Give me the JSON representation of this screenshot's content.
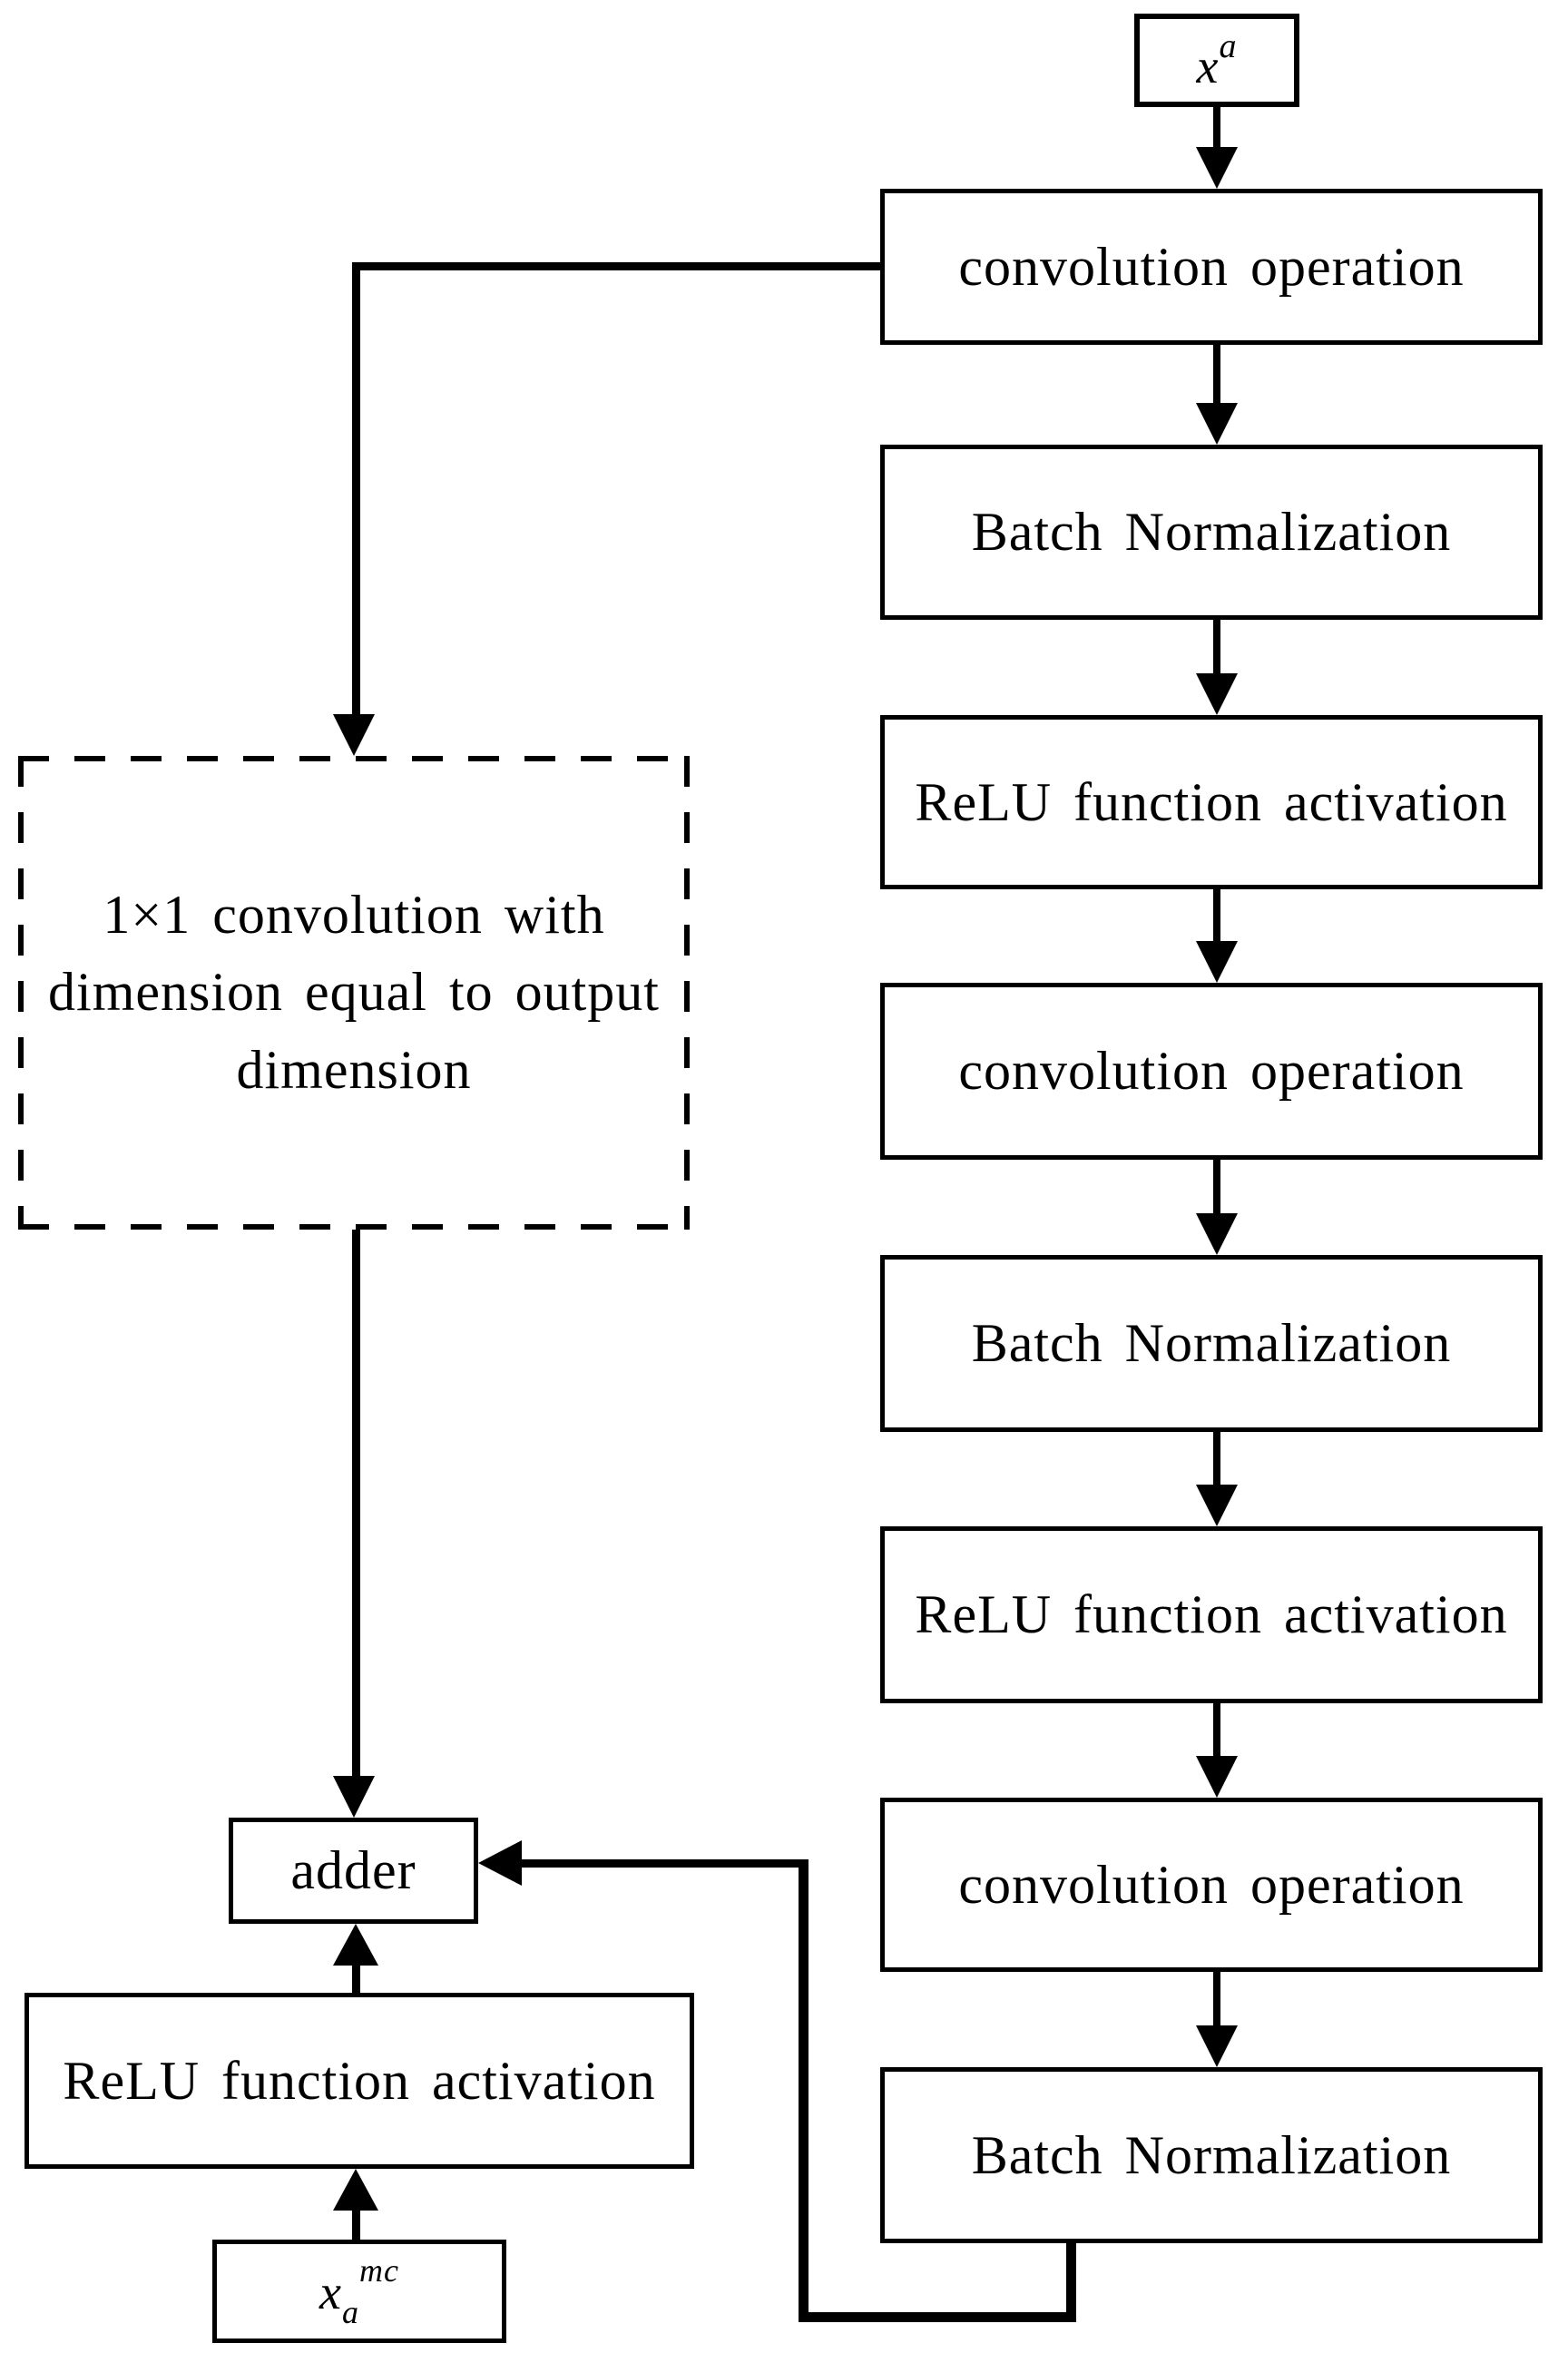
{
  "flow": {
    "input": {
      "base": "x",
      "sup": "a"
    },
    "steps": [
      "convolution operation",
      "Batch Normalization",
      "ReLU function activation",
      "convolution operation",
      "Batch Normalization",
      "ReLU function activation",
      "convolution operation",
      "Batch Normalization"
    ],
    "shortcut": {
      "line1": "1×1 convolution with",
      "line2": "dimension equal to output",
      "line3": "dimension"
    },
    "adder_label": "adder",
    "relu_bottom_label": "ReLU function activation",
    "output": {
      "base": "x",
      "sub": "a",
      "sup": "mc"
    }
  },
  "colors": {
    "line": "#000000",
    "background": "#ffffff",
    "text": "#000000"
  }
}
